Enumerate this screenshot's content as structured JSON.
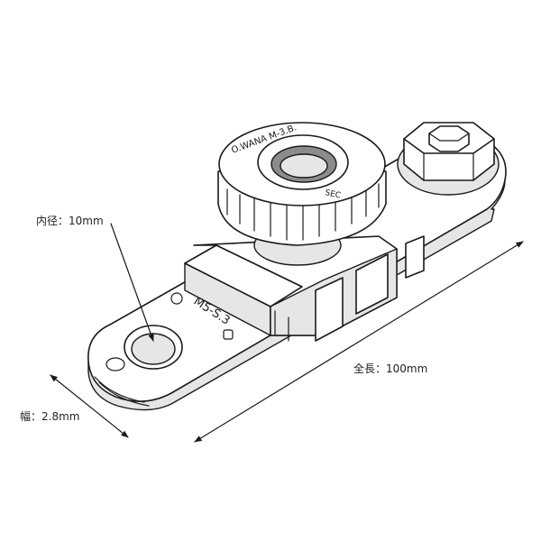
{
  "labels": {
    "inner_diameter": "内径：10mm",
    "total_length": "全長：100mm",
    "width": "幅：2.8mm"
  },
  "stamps": {
    "terminal_code": "M5-S.3",
    "knob_text": "O.WANA M-3.B.",
    "knob_side_text": "SEC"
  },
  "colors": {
    "line": "#1a1a1a",
    "fill": "#ffffff",
    "shade": "#e6e6e6",
    "dark": "#8c8c8c"
  }
}
